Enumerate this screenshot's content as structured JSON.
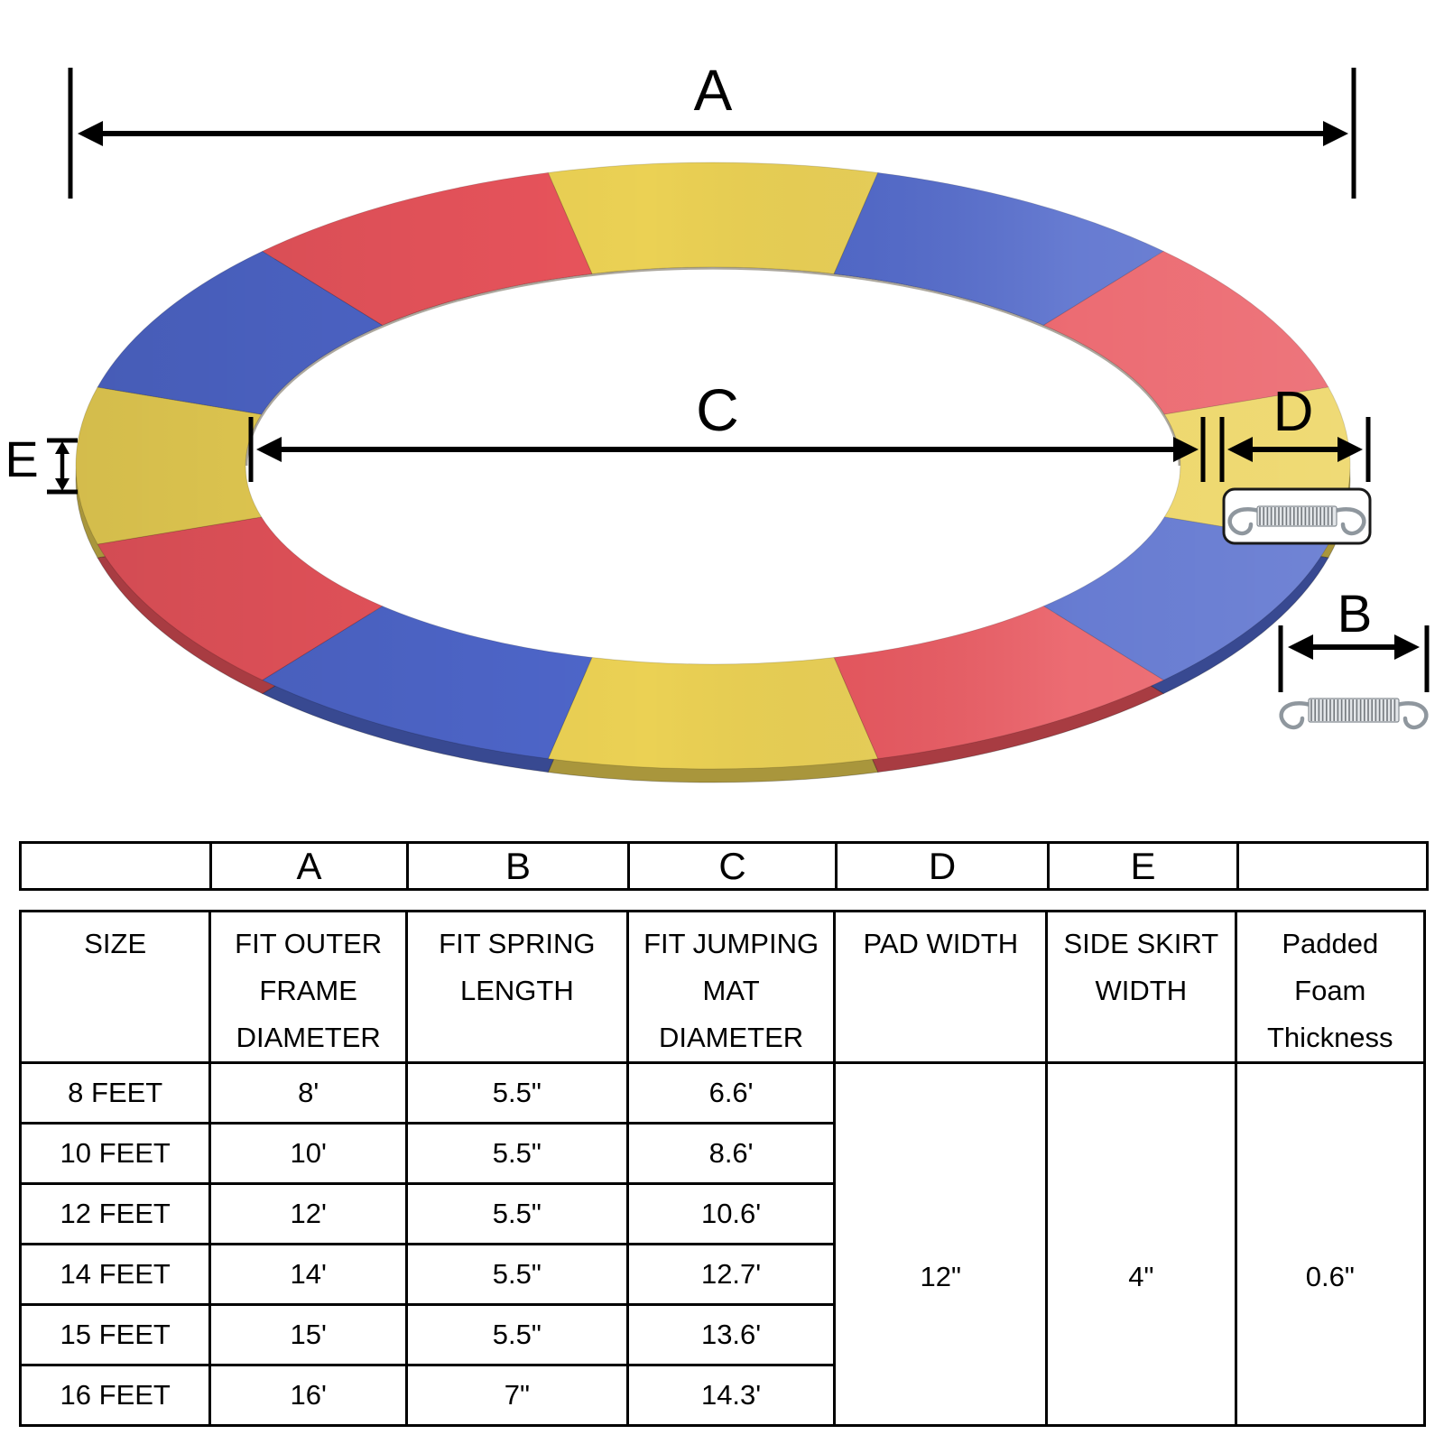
{
  "diagram": {
    "dimension_labels": {
      "A": "A",
      "B": "B",
      "C": "C",
      "D": "D",
      "E": "E"
    },
    "pad_colors": {
      "yellow": "#ebd154",
      "blue": "#4e66ca",
      "red": "#e9545c"
    },
    "segment_order": [
      "yellow",
      "blue",
      "red",
      "yellow",
      "blue",
      "red",
      "yellow",
      "blue",
      "red",
      "yellow",
      "blue",
      "red"
    ],
    "spring_metal_color": "#8f979e",
    "line_color": "#000000"
  },
  "table": {
    "letter_header": [
      "",
      "A",
      "B",
      "C",
      "D",
      "E",
      ""
    ],
    "column_headers": [
      "SIZE",
      "FIT OUTER\nFRAME\nDIAMETER",
      "FIT SPRING\nLENGTH",
      "FIT JUMPING\nMAT\nDIAMETER",
      "PAD WIDTH",
      "SIDE SKIRT\nWIDTH",
      "Padded\nFoam\nThickness"
    ],
    "rows": [
      {
        "size": "8 FEET",
        "outer_frame_diameter": "8'",
        "spring_length": "5.5\"",
        "jumping_mat_diameter": "6.6'"
      },
      {
        "size": "10 FEET",
        "outer_frame_diameter": "10'",
        "spring_length": "5.5\"",
        "jumping_mat_diameter": "8.6'"
      },
      {
        "size": "12 FEET",
        "outer_frame_diameter": "12'",
        "spring_length": "5.5\"",
        "jumping_mat_diameter": "10.6'"
      },
      {
        "size": "14 FEET",
        "outer_frame_diameter": "14'",
        "spring_length": "5.5\"",
        "jumping_mat_diameter": "12.7'"
      },
      {
        "size": "15 FEET",
        "outer_frame_diameter": "15'",
        "spring_length": "5.5\"",
        "jumping_mat_diameter": "13.6'"
      },
      {
        "size": "16 FEET",
        "outer_frame_diameter": "16'",
        "spring_length": "7\"",
        "jumping_mat_diameter": "14.3'"
      }
    ],
    "merged": {
      "pad_width": "12\"",
      "side_skirt_width": "4\"",
      "padded_foam_thickness": "0.6\""
    }
  }
}
